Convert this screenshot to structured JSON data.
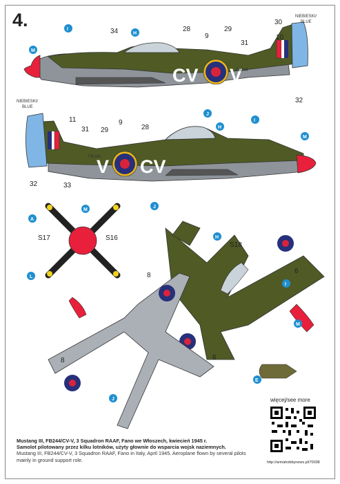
{
  "plate": {
    "number": "4."
  },
  "codes": {
    "top_left": "CV",
    "top_right": "V",
    "bottom_left": "V",
    "bottom_right": "CV"
  },
  "blue_label": {
    "pl": "NIEBIESKI/",
    "en": "BLUE"
  },
  "serial": "FB244",
  "callouts": {
    "n30": "30",
    "n10": "10",
    "n34": "34",
    "n28a": "28",
    "n9a": "9",
    "n29a": "29",
    "n31a": "31",
    "n32a": "32",
    "n11": "11",
    "n31b": "31",
    "n29b": "29",
    "n9b": "9",
    "n28b": "28",
    "n32b": "32",
    "n33": "33",
    "s17": "S17",
    "s16": "S16",
    "s18": "S18",
    "n8a": "8",
    "n8b": "8",
    "n6a": "6",
    "n6b": "6"
  },
  "letters": {
    "I": "I",
    "M": "M",
    "H": "H",
    "J": "J",
    "A": "A",
    "L": "L",
    "E": "E"
  },
  "caption": {
    "pl_line1": "Mustang III, FB244/CV-V, 3 Squadron RAAF, Fano we Włoszech, kwiecień 1945 r.",
    "pl_line2": "Samolot pilotowany przez kilku lotników, użyty głownie do wsparcia wojsk naziemnych.",
    "en_line1": "Mustang III, FB244/CV-V, 3 Squadron RAAF, Fano in Italy, April 1945. Aeroplane flown by several pilots",
    "en_line2": "mainly in ground support role."
  },
  "more": {
    "label": "więcej/see more",
    "url": "http://armahobbynews.pl/70038"
  },
  "colors": {
    "olive": "#4f5a25",
    "grey": "#8e949a",
    "blue": "#7fb6e6",
    "red": "#e8203b",
    "callout": "#1f8fd0",
    "lightgrey": "#aab0b6"
  }
}
